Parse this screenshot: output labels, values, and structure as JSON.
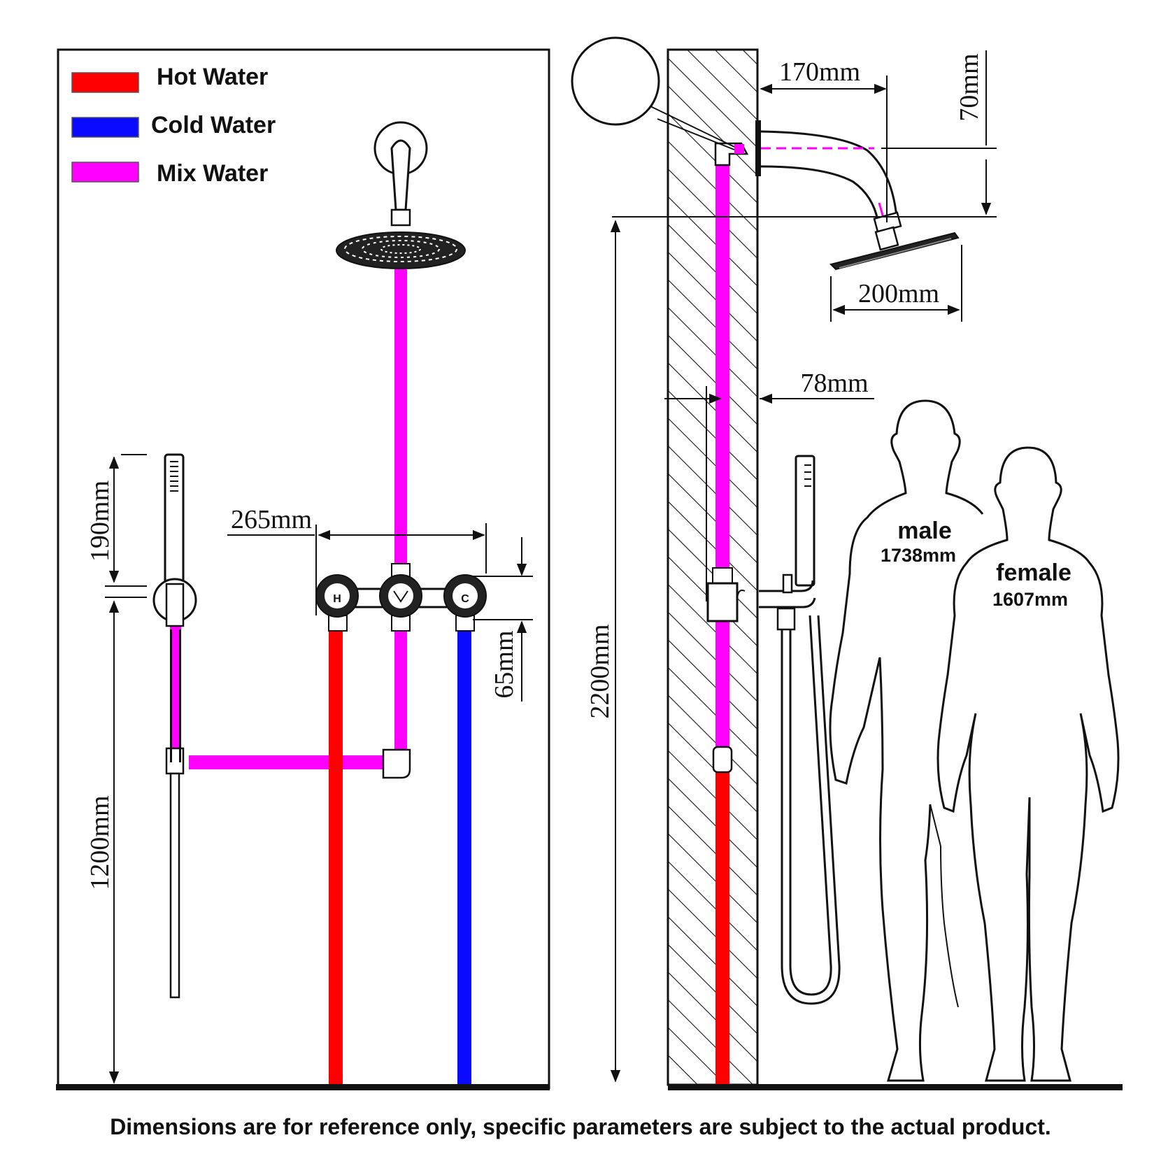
{
  "legend": {
    "items": [
      {
        "label": "Hot Water",
        "color": "#ff0000"
      },
      {
        "label": "Cold Water",
        "color": "#0a0aff"
      },
      {
        "label": "Mix Water",
        "color": "#ff00ff"
      }
    ]
  },
  "dimensions": {
    "handheld_length": "190mm",
    "handheld_holder_height": "1200mm",
    "valve_spacing": "265mm",
    "valve_depth": "65mm",
    "arm_reach": "170mm",
    "arm_drop": "70mm",
    "head_diameter": "200mm",
    "wall_offset": "78mm",
    "head_height": "2200mm"
  },
  "figures": {
    "male": {
      "label": "male",
      "height": "1738mm"
    },
    "female": {
      "label": "female",
      "height": "1607mm"
    }
  },
  "footnote": "Dimensions are for reference only, specific parameters are subject to the actual product.",
  "colors": {
    "hot": "#ff0000",
    "cold": "#0a0aff",
    "mix": "#ff00ff",
    "line": "#111111"
  }
}
